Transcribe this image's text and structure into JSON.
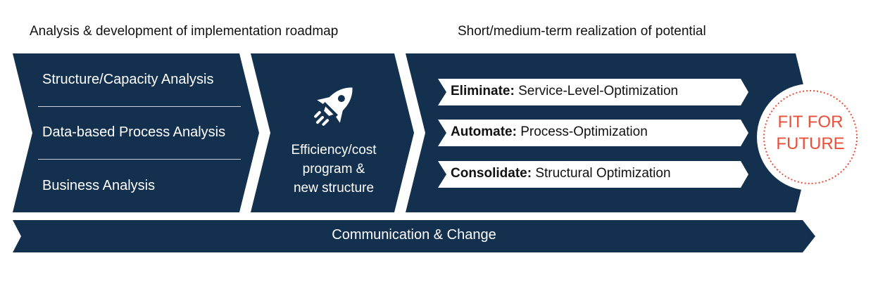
{
  "headings": {
    "left": "Analysis & development of implementation roadmap",
    "right": "Short/medium-term realization of potential"
  },
  "analysis": {
    "items": [
      "Structure/Capacity Analysis",
      "Data-based Process Analysis",
      "Business Analysis"
    ]
  },
  "program": {
    "line1": "Efficiency/cost",
    "line2": "program &",
    "line3": "new structure",
    "icon": "rocket-icon"
  },
  "optimizations": [
    {
      "label": "Eliminate:",
      "text": " Service-Level-Optimization"
    },
    {
      "label": "Automate:",
      "text": " Process-Optimization"
    },
    {
      "label": "Consolidate:",
      "text": " Structural Optimization"
    }
  ],
  "goal": {
    "line1": "FIT FOR",
    "line2": "FUTURE"
  },
  "footer": {
    "label": "Communication & Change"
  },
  "colors": {
    "navy": "#14304f",
    "accent": "#e8503a",
    "white": "#ffffff"
  }
}
